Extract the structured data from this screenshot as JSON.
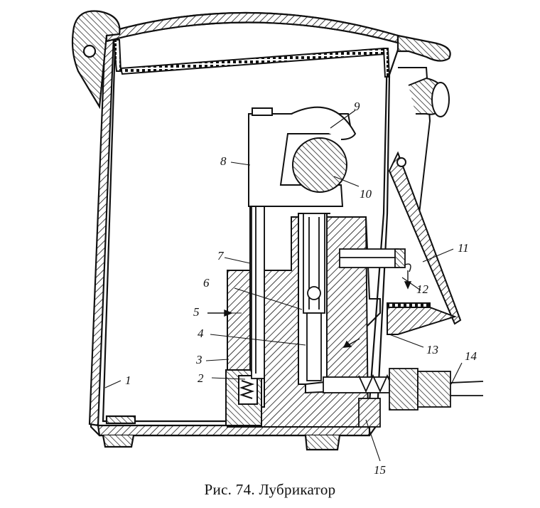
{
  "figure": {
    "caption_number": "Рис. 74.",
    "caption_title": "Лубрикатор",
    "callouts": [
      "1",
      "2",
      "3",
      "4",
      "5",
      "6",
      "7",
      "8",
      "9",
      "10",
      "11",
      "12",
      "13",
      "14",
      "15"
    ]
  },
  "colors": {
    "ink": "#111111",
    "paper": "#ffffff"
  }
}
